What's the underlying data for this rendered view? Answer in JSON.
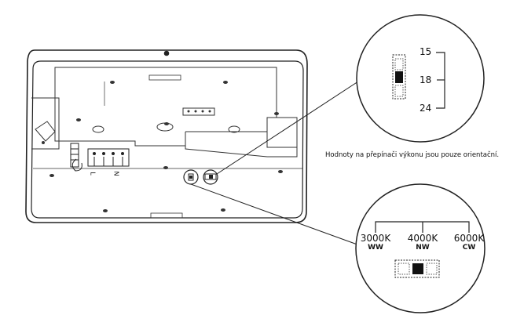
{
  "diagram": {
    "fixture_terminal_labels": {
      "l": "L",
      "n": "N"
    },
    "power_switch": {
      "values": [
        "15",
        "18",
        "24"
      ],
      "selected": "18",
      "note": "Hodnoty na přepínači výkonu jsou pouze orientační."
    },
    "cct_switch": {
      "options": [
        {
          "kelvin": "3000K",
          "code": "WW"
        },
        {
          "kelvin": "4000K",
          "code": "NW"
        },
        {
          "kelvin": "6000K",
          "code": "CW"
        }
      ],
      "selected": "4000K"
    }
  }
}
